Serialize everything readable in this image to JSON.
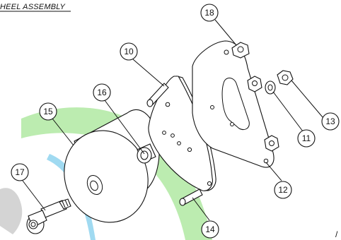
{
  "title": "HEEL ASSEMBLY",
  "corner_mark": "/",
  "balloons": {
    "b10": "10",
    "b11": "11",
    "b12": "12",
    "b13": "13",
    "b14": "14",
    "b15": "15",
    "b16": "16",
    "b17": "17",
    "b18": "18"
  },
  "watermark_colors": {
    "green": "#9fe38f",
    "blue": "#8fd3ef",
    "gray": "#c9c9c9"
  }
}
